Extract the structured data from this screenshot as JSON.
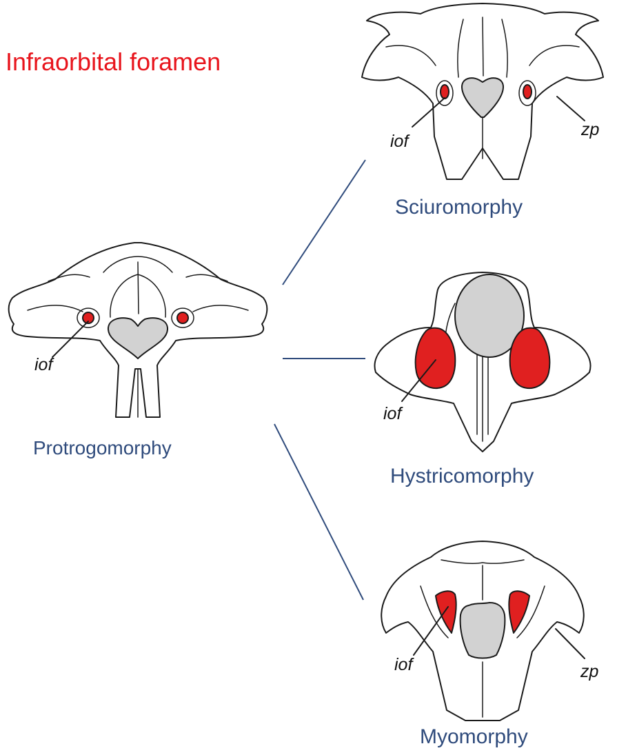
{
  "title": "Infraorbital foramen",
  "skulls": {
    "protrogomorphy": {
      "label": "Protrogomorphy",
      "iof": "iof"
    },
    "sciuromorphy": {
      "label": "Sciuromorphy",
      "iof": "iof",
      "zp": "zp"
    },
    "hystricomorphy": {
      "label": "Hystricomorphy",
      "iof": "iof"
    },
    "myomorphy": {
      "label": "Myomorphy",
      "iof": "iof",
      "zp": "zp"
    }
  },
  "colors": {
    "title": "#e8141c",
    "label": "#2f4b7c",
    "branch_line": "#2f4b7c",
    "foramen": "#e02020",
    "palate": "#d2d2d2",
    "outline": "#1a1a1a"
  }
}
